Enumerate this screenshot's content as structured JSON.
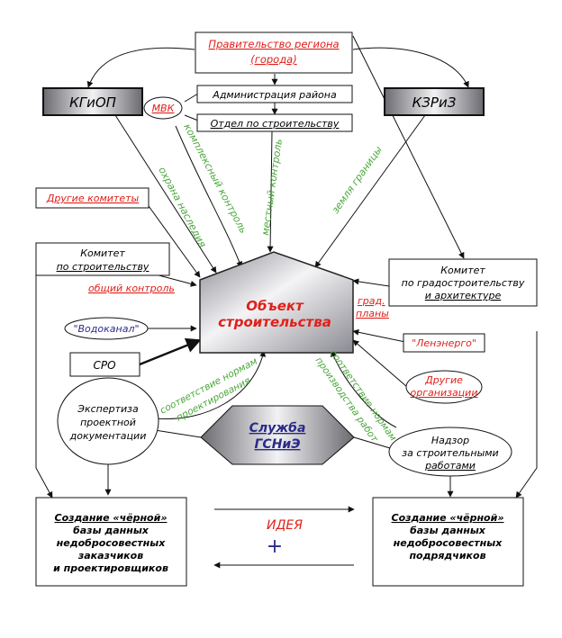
{
  "nodes": {
    "government": {
      "line1": "Правительство региона",
      "line2": "(города)"
    },
    "kgiop": "КГиОП",
    "kzriz": "КЗРиЗ",
    "mvk": "МВК",
    "district_admin": "Администрация района",
    "construction_dept": "Отдел по строительству",
    "other_committees": "Другие комитеты",
    "construction_committee": {
      "line1": "Комитет",
      "line2": "по строительству"
    },
    "urban_committee": {
      "line1": "Комитет",
      "line2": "по градостроительству",
      "line3": "и архитектуре"
    },
    "center": {
      "line1": "Объект",
      "line2": "строительства"
    },
    "vodokanal": "\"Водоканал\"",
    "sro": "СРО",
    "lenenergo": "\"Ленэнерго\"",
    "other_orgs": {
      "line1": "Другие",
      "line2": "организации"
    },
    "expertise": {
      "line1": "Экспертиза",
      "line2": "проектной",
      "line3": "документации"
    },
    "gsnie": {
      "line1": "Служба",
      "line2": "ГСНиЭ"
    },
    "supervision": {
      "line1": "Надзор",
      "line2": "за строительными",
      "line3": "работами"
    },
    "blacklist_left": {
      "line1": "Создание «чёрной»",
      "line2": "базы данных",
      "line3": "недобросовестных",
      "line4": "заказчиков",
      "line5": "и проектировщиков"
    },
    "blacklist_right": {
      "line1": "Создание «чёрной»",
      "line2": "базы данных",
      "line3": "недобросовестных",
      "line4": "подрядчиков"
    },
    "idea": "ИДЕЯ",
    "plus": "+"
  },
  "edge_labels": {
    "heritage": "охрана наследия",
    "complex_control": "комплексный контроль",
    "local_control": "местный контроль",
    "land_borders": "земля границы",
    "general_control": "общий контроль",
    "grad_plans_1": "град.",
    "grad_plans_2": "планы",
    "design_norms_1": "соответствие нормам",
    "design_norms_2": "проектирования",
    "prod_norms_1": "соответствие нормам",
    "prod_norms_2": "производства работ"
  },
  "colors": {
    "red": "#e0201a",
    "green": "#4aa63a",
    "blue": "#2a2a8a",
    "black": "#000000"
  }
}
